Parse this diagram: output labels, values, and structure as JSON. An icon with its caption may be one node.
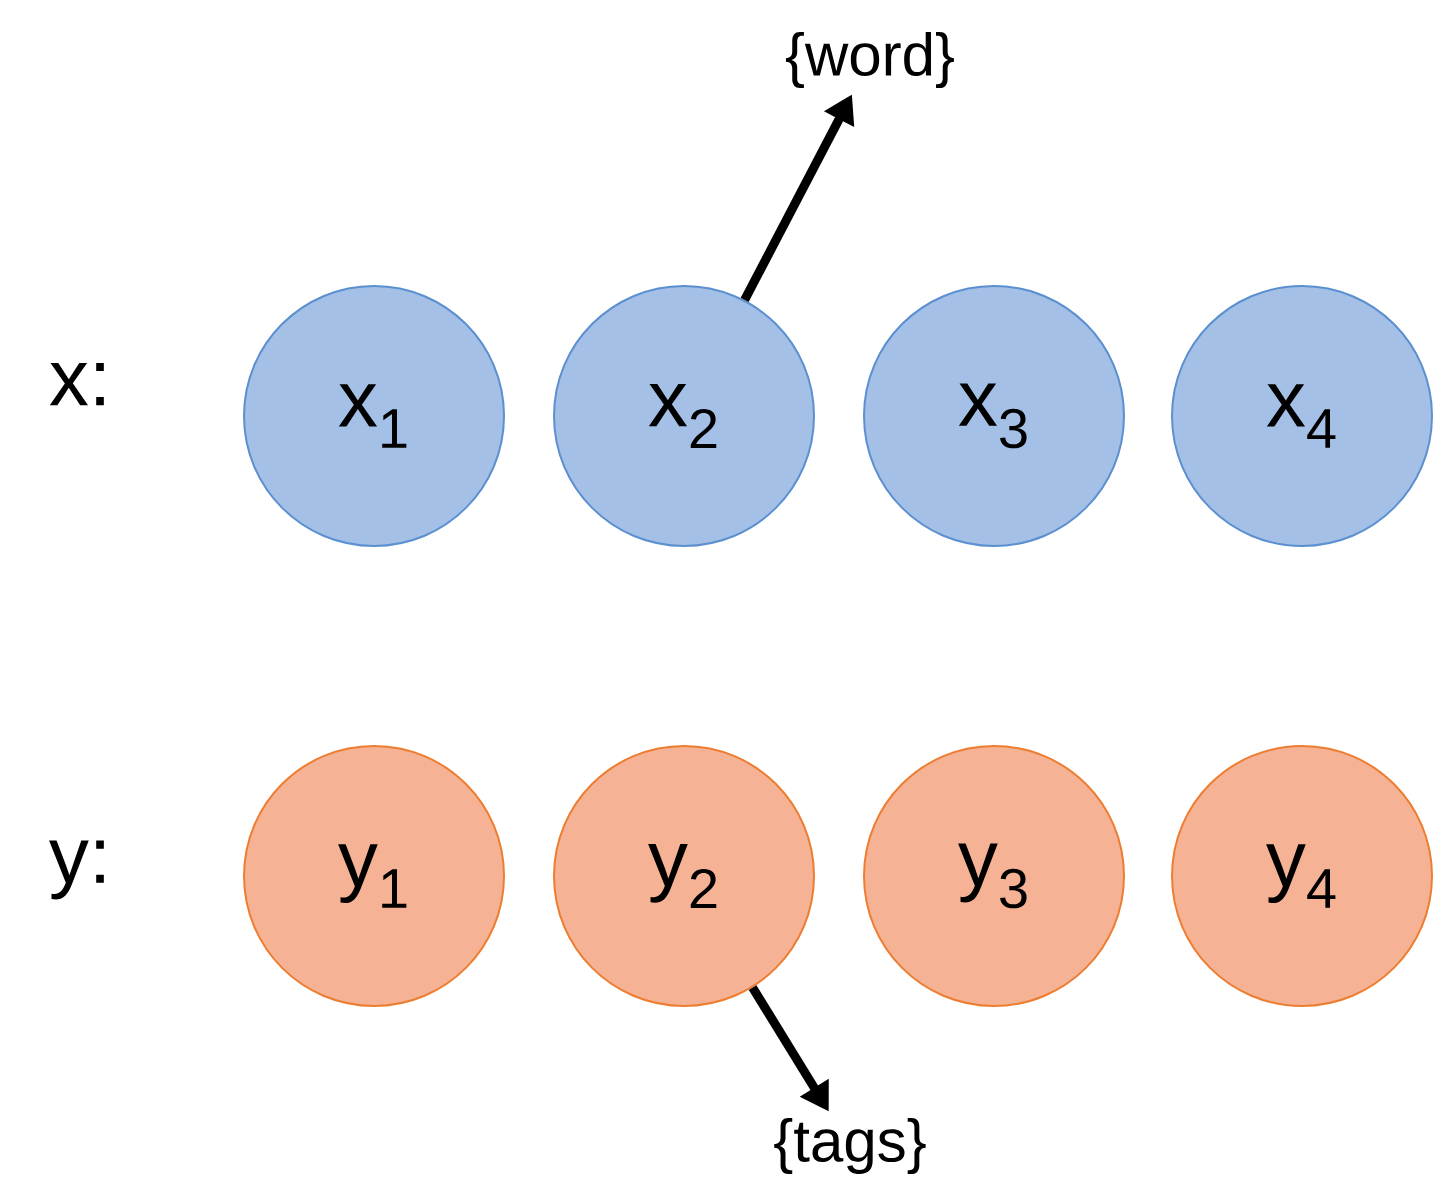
{
  "diagram": {
    "nodes": [
      {
        "text": [
          "{word}"
        ]
      },
      {
        "text": [
          "x$_{1}$"
        ]
      },
      {
        "text": [
          "x$_{2}$"
        ]
      },
      {
        "text": [
          "x$_{3}$"
        ]
      },
      {
        "text": [
          "x$_{4}$"
        ]
      },
      {
        "text": [
          "y$_{1}$"
        ]
      },
      {
        "text": [
          "y$_{2}$"
        ]
      },
      {
        "text": [
          "y$_{3}$"
        ]
      },
      {
        "text": [
          "y$_{4}$"
        ]
      },
      {
        "text": [
          "{tags}"
        ]
      }
    ],
    "edges": [
      {
        "from": 2,
        "to": 0,
        "arrow": "to"
      },
      {
        "from": 6,
        "to": 9,
        "arrow": "to"
      }
    ],
    "labels": [
      "x:",
      "y:"
    ]
  }
}
